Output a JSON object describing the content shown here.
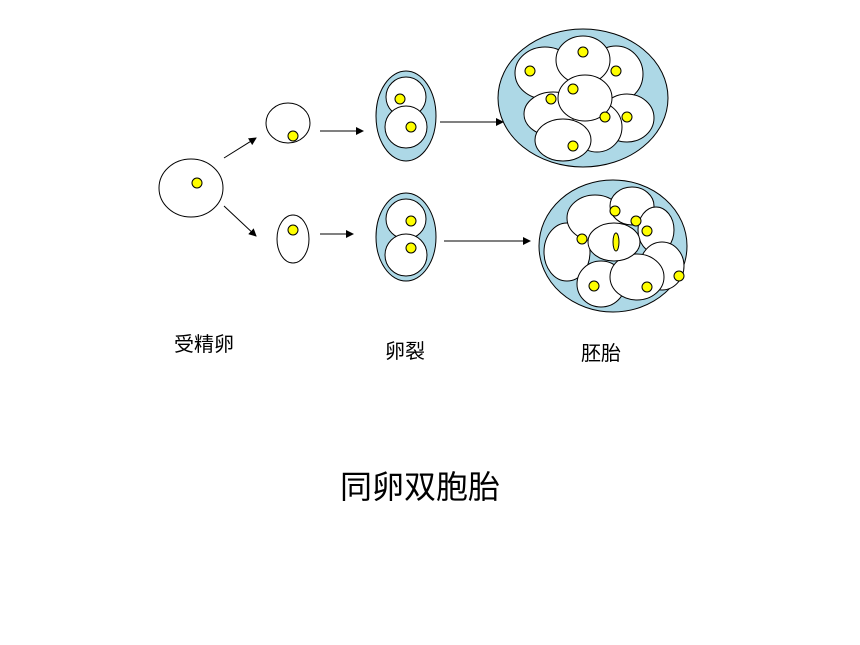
{
  "labels": {
    "zygote": "受精卵",
    "cleavage": "卵裂",
    "embryo": "胚胎"
  },
  "title": "同卵双胞胎",
  "colors": {
    "nucleus": "#ffff00",
    "membrane": "#add8e6",
    "cell": "#ffffff",
    "stroke": "#000000"
  }
}
